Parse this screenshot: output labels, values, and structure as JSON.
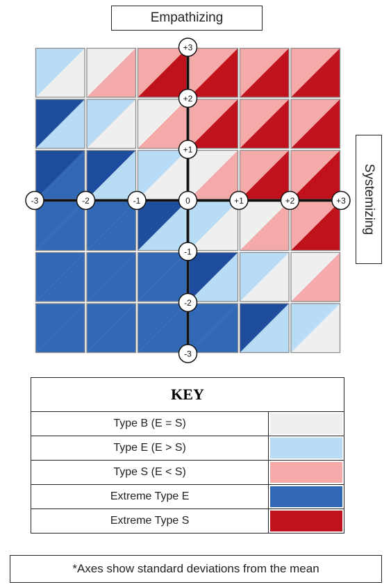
{
  "axes": {
    "vertical_label": "Empathizing",
    "horizontal_label": "Systemizing",
    "x_ticks": [
      "-3",
      "-2",
      "-1",
      "0",
      "+1",
      "+2",
      "+3"
    ],
    "y_ticks": [
      "+3",
      "+2",
      "+1",
      "-1",
      "-2",
      "-3"
    ]
  },
  "grid": {
    "range": [
      -3,
      3
    ],
    "colors": {
      "type_b": "#efefef",
      "type_e": "#b8dcf5",
      "type_s": "#f5aaaa",
      "extreme_e": "#3169b6",
      "extreme_e_dark": "#1f4d9d",
      "extreme_s": "#c0121d",
      "grid_line": "#8a8a8a"
    }
  },
  "key": {
    "title": "KEY",
    "rows": [
      {
        "label": "Type B (E = S)",
        "color": "#efefef"
      },
      {
        "label": "Type E (E > S)",
        "color": "#b8dcf5"
      },
      {
        "label": "Type S (E < S)",
        "color": "#f5aaaa"
      },
      {
        "label": "Extreme Type E",
        "color": "#3169b6"
      },
      {
        "label": "Extreme Type S",
        "color": "#c0121d"
      }
    ]
  },
  "footnote": "*Axes show standard deviations from the mean"
}
